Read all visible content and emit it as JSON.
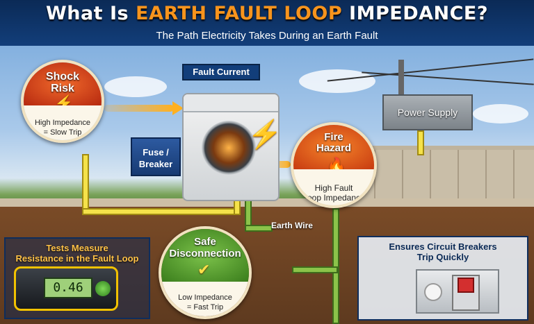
{
  "header": {
    "title_prefix": "What Is ",
    "title_highlight": "EARTH FAULT LOOP",
    "title_suffix": " IMPEDANCE?",
    "subtitle": "The Path Electricity Takes During an Earth Fault"
  },
  "labels": {
    "fault_current": "Fault Current",
    "power_supply": "Power Supply",
    "fuse_breaker": "Fuse / Breaker",
    "earth_wire": "Earth Wire"
  },
  "shock": {
    "title_line1": "Shock",
    "title_line2": "Risk",
    "desc_line1": "High Impedance",
    "desc_line2": "= Slow Trip"
  },
  "fire": {
    "title_line1": "Fire",
    "title_line2": "Hazard",
    "desc_line1": "High Fault",
    "desc_line2": "Loop Impedance"
  },
  "safe": {
    "title_line1": "Safe",
    "title_line2": "Disconnection",
    "desc_line1": "Low Impedance",
    "desc_line2": "= Fast Trip"
  },
  "tests": {
    "line1": "Tests Measure",
    "line2": "Resistance in the Fault Loop",
    "meter_reading": "0.46"
  },
  "ensures": {
    "line1": "Ensures Circuit Breakers",
    "line2": "Trip Quickly"
  },
  "colors": {
    "banner": "#0b2a56",
    "highlight": "#f7941d",
    "shock": "#d9481c",
    "fire": "#e0561a",
    "safe": "#4f9a2b",
    "panel_blue": "#123e7a"
  },
  "icons": [
    "lightning-bolt-icon",
    "flame-icon",
    "shield-check-icon",
    "hand-shock-icon"
  ]
}
